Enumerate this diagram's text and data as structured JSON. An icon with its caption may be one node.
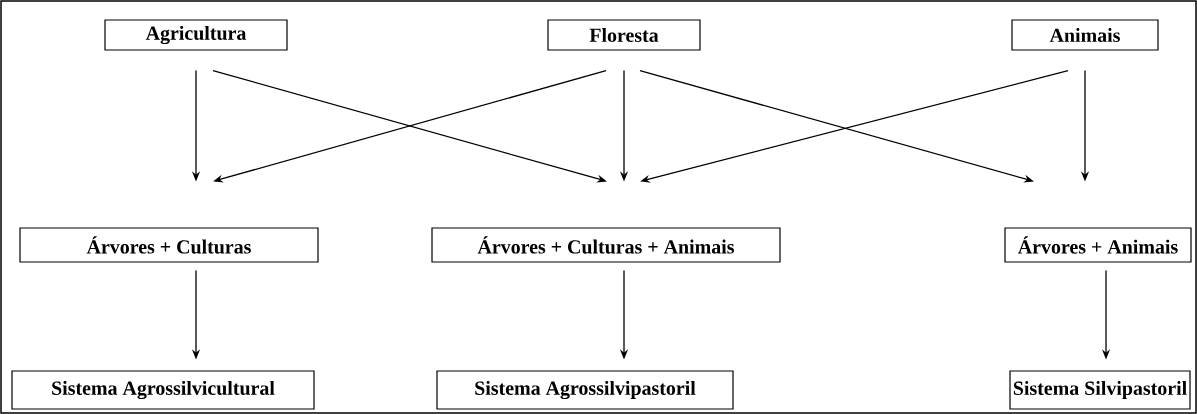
{
  "diagram": {
    "nodes": [
      {
        "text": [
          "Agricultura"
        ]
      },
      {
        "text": [
          "Floresta"
        ]
      },
      {
        "text": [
          "Animais"
        ]
      },
      {
        "text": [
          "Árvores + Culturas"
        ]
      },
      {
        "text": [
          "Árvores + Culturas + Animais"
        ]
      },
      {
        "text": [
          "Árvores + Animais"
        ]
      },
      {
        "text": [
          "Sistema Agrossilvicultural"
        ]
      },
      {
        "text": [
          "Sistema Agrossilvipastoril"
        ]
      },
      {
        "text": [
          "Sistema Silvipastoril"
        ]
      }
    ],
    "edges": [
      {
        "from": 0,
        "to": 3,
        "arrow": "to"
      },
      {
        "from": 0,
        "to": 4,
        "arrow": "to"
      },
      {
        "from": 1,
        "to": 3,
        "arrow": "to"
      },
      {
        "from": 1,
        "to": 4,
        "arrow": "to"
      },
      {
        "from": 1,
        "to": 5,
        "arrow": "to"
      },
      {
        "from": 2,
        "to": 4,
        "arrow": "to"
      },
      {
        "from": 2,
        "to": 5,
        "arrow": "to"
      },
      {
        "from": 3,
        "to": 6,
        "arrow": "to"
      },
      {
        "from": 4,
        "to": 7,
        "arrow": "to"
      },
      {
        "from": 5,
        "to": 8,
        "arrow": "to"
      }
    ]
  }
}
